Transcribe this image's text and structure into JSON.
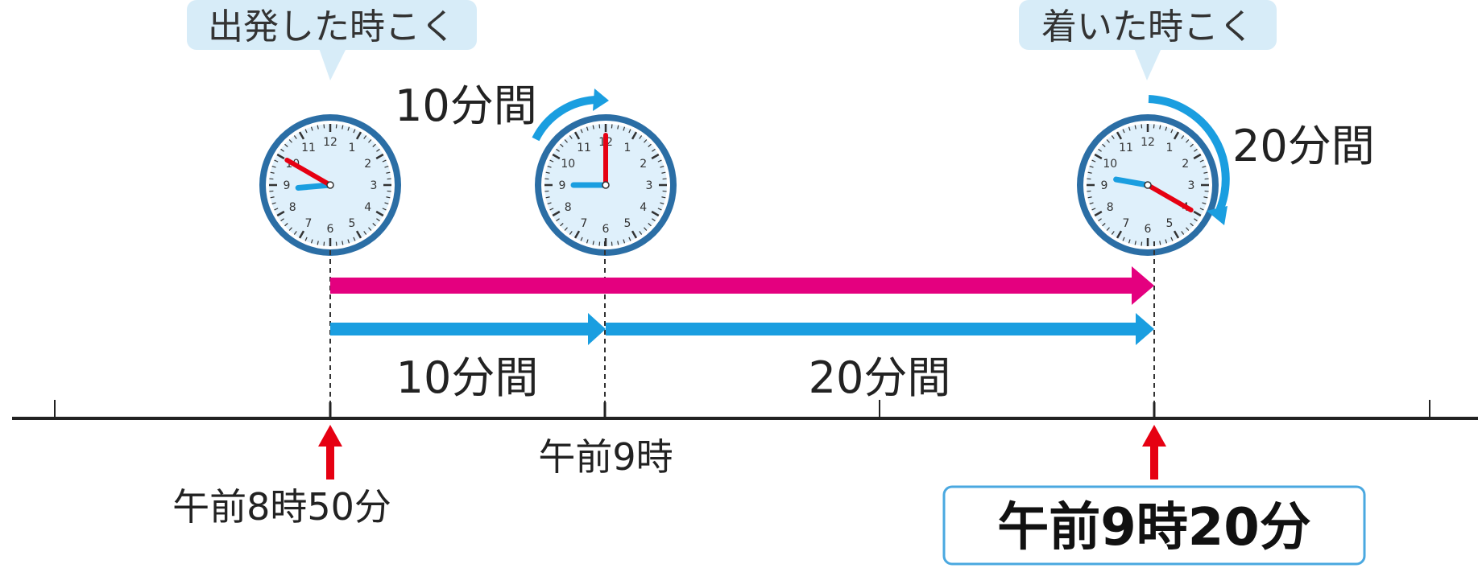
{
  "bubbles": {
    "departure": "出発した時こく",
    "arrival": "着いた時こく"
  },
  "durations": {
    "clock_top_first": "10分間",
    "clock_top_second": "20分間",
    "timeline_first": "10分間",
    "timeline_second": "20分間"
  },
  "times": {
    "start": "午前8時50分",
    "nine": "午前9時",
    "result": "午前9時20分"
  },
  "clocks": [
    {
      "hour": 8,
      "minute": 50
    },
    {
      "hour": 9,
      "minute": 0
    },
    {
      "hour": 9,
      "minute": 20
    }
  ],
  "clock_numbers": [
    "12",
    "1",
    "2",
    "3",
    "4",
    "5",
    "6",
    "7",
    "8",
    "9",
    "10",
    "11"
  ],
  "colors": {
    "total_arrow": "#e4007f",
    "part_arrow": "#1a9ee0",
    "marker_arrow": "#e60012",
    "hour_hand": "#e60012",
    "minute_hand": "#1a9ee0",
    "bubble": "#d7ecf8",
    "clock_rim": "#2b6ea5",
    "clock_face": "#dff0fb"
  }
}
